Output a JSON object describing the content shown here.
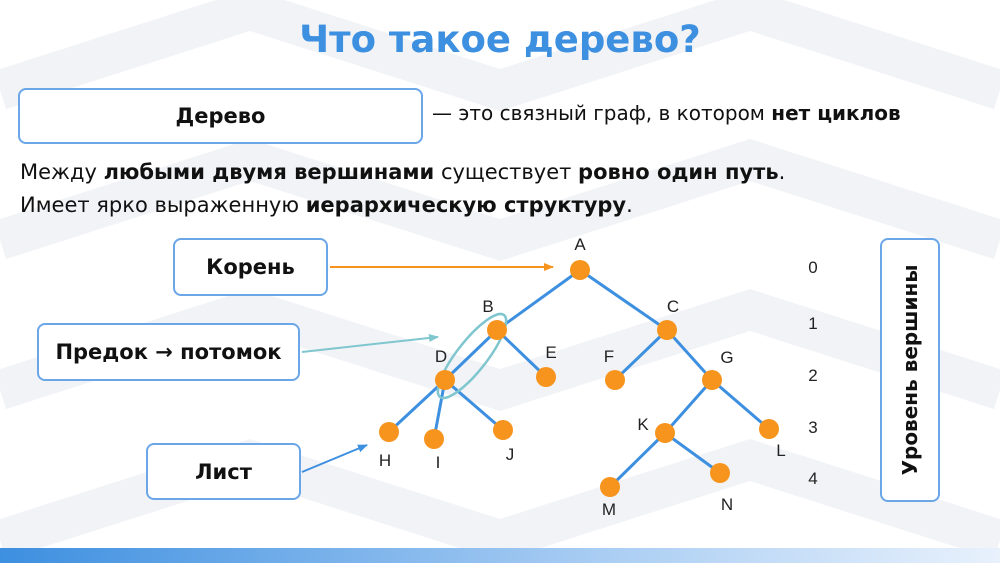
{
  "title": "Что такое дерево?",
  "definition": {
    "term": "Дерево",
    "text_before": "— это связный граф, в котором ",
    "text_bold": "нет циклов"
  },
  "line1": {
    "p1": "Между ",
    "b1": "любыми двумя вершинами",
    "p2": " существует ",
    "b2": "ровно один путь",
    "p3": "."
  },
  "line2": {
    "p1": "Имеет ярко выраженную ",
    "b1": "иерархическую структуру",
    "p2": "."
  },
  "callouts": {
    "root": "Корень",
    "parent_child": "Предок → потомок",
    "leaf": "Лист"
  },
  "level_box": "Уровень вершины",
  "levels": [
    "0",
    "1",
    "2",
    "3",
    "4"
  ],
  "tree": {
    "node_color": "#f7941d",
    "edge_color": "#3d8fe0",
    "nodes": [
      "A",
      "B",
      "C",
      "D",
      "E",
      "F",
      "G",
      "H",
      "I",
      "J",
      "K",
      "L",
      "M",
      "N"
    ],
    "edges": [
      [
        "A",
        "B"
      ],
      [
        "A",
        "C"
      ],
      [
        "B",
        "D"
      ],
      [
        "B",
        "E"
      ],
      [
        "C",
        "F"
      ],
      [
        "C",
        "G"
      ],
      [
        "D",
        "H"
      ],
      [
        "D",
        "I"
      ],
      [
        "D",
        "J"
      ],
      [
        "G",
        "K"
      ],
      [
        "G",
        "L"
      ],
      [
        "K",
        "M"
      ],
      [
        "K",
        "N"
      ]
    ]
  },
  "colors": {
    "title": "#3d8fe0",
    "box_border": "#6aa6e8",
    "root_arrow": "#f7941d",
    "parent_arrow": "#7fc6cf",
    "leaf_arrow": "#3d8fe0"
  }
}
